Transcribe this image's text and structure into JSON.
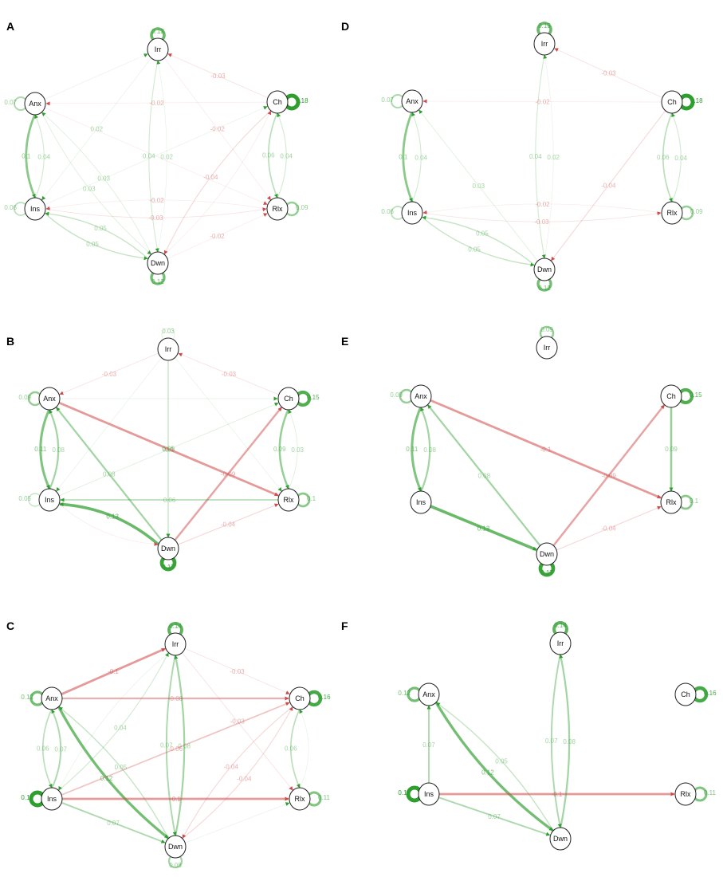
{
  "colors": {
    "positive": "#2e9e2e",
    "negative": "#d04a4a"
  },
  "nodes": [
    "Irr",
    "Anx",
    "Ch",
    "Ins",
    "Rlx",
    "Dwn"
  ],
  "panels": [
    {
      "letter": "A",
      "self_loops": [
        {
          "node": "Irr",
          "weight": 0.13,
          "label": "0.13"
        },
        {
          "node": "Anx",
          "weight": 0.07,
          "label": "0.07"
        },
        {
          "node": "Ch",
          "weight": 0.18,
          "label": "0.18"
        },
        {
          "node": "Ins",
          "weight": 0.06,
          "label": "0.06"
        },
        {
          "node": "Rlx",
          "weight": 0.09,
          "label": "0.09"
        },
        {
          "node": "Dwn",
          "weight": 0.12,
          "label": "0.12"
        }
      ],
      "edges": [
        {
          "from": "Anx",
          "to": "Ins",
          "weight": 0.1,
          "label": "0.1"
        },
        {
          "from": "Ins",
          "to": "Anx",
          "weight": 0.04,
          "label": "0.04"
        },
        {
          "from": "Ch",
          "to": "Rlx",
          "weight": 0.06,
          "label": "0.06"
        },
        {
          "from": "Rlx",
          "to": "Ch",
          "weight": 0.04,
          "label": "0.04"
        },
        {
          "from": "Irr",
          "to": "Dwn",
          "weight": 0.04,
          "label": "0.04"
        },
        {
          "from": "Dwn",
          "to": "Irr",
          "weight": 0.02,
          "label": "0.02"
        },
        {
          "from": "Ch",
          "to": "Irr",
          "weight": -0.03,
          "label": "-0.03"
        },
        {
          "from": "Ch",
          "to": "Anx",
          "weight": -0.02,
          "label": "-0.02"
        },
        {
          "from": "Ch",
          "to": "Dwn",
          "weight": -0.04,
          "label": "-0.04"
        },
        {
          "from": "Anx",
          "to": "Dwn",
          "weight": 0.03,
          "label": "0.03"
        },
        {
          "from": "Dwn",
          "to": "Anx",
          "weight": 0.03,
          "label": "0.03"
        },
        {
          "from": "Dwn",
          "to": "Ins",
          "weight": 0.05,
          "label": "0.05"
        },
        {
          "from": "Ins",
          "to": "Dwn",
          "weight": 0.05,
          "label": "0.05"
        },
        {
          "from": "Ins",
          "to": "Rlx",
          "weight": -0.03,
          "label": "-0.03"
        },
        {
          "from": "Rlx",
          "to": "Ins",
          "weight": -0.02,
          "label": "-0.02"
        },
        {
          "from": "Irr",
          "to": "Ins",
          "weight": 0.02,
          "label": "0.02"
        },
        {
          "from": "Dwn",
          "to": "Rlx",
          "weight": -0.02,
          "label": "-0.02"
        },
        {
          "from": "Irr",
          "to": "Rlx",
          "weight": -0.02,
          "label": "-0.02"
        },
        {
          "from": "Anx",
          "to": "Irr",
          "weight": 0.01,
          "label": ""
        },
        {
          "from": "Anx",
          "to": "Rlx",
          "weight": -0.02,
          "label": ""
        },
        {
          "from": "Ins",
          "to": "Ch",
          "weight": 0.02,
          "label": ""
        },
        {
          "from": "Dwn",
          "to": "Ch",
          "weight": -0.02,
          "label": ""
        }
      ]
    },
    {
      "letter": "B",
      "self_loops": [
        {
          "node": "Irr",
          "weight": 0.03,
          "label": "0.03"
        },
        {
          "node": "Anx",
          "weight": 0.09,
          "label": "0.09"
        },
        {
          "node": "Ch",
          "weight": 0.15,
          "label": "0.15"
        },
        {
          "node": "Ins",
          "weight": 0.05,
          "label": "0.05"
        },
        {
          "node": "Rlx",
          "weight": 0.1,
          "label": "0.1"
        },
        {
          "node": "Dwn",
          "weight": 0.17,
          "label": "0.17"
        }
      ],
      "edges": [
        {
          "from": "Anx",
          "to": "Ins",
          "weight": 0.11,
          "label": "0.11"
        },
        {
          "from": "Ins",
          "to": "Anx",
          "weight": 0.08,
          "label": "0.08"
        },
        {
          "from": "Ch",
          "to": "Rlx",
          "weight": 0.09,
          "label": "0.09"
        },
        {
          "from": "Rlx",
          "to": "Ch",
          "weight": 0.03,
          "label": "0.03"
        },
        {
          "from": "Dwn",
          "to": "Anx",
          "weight": 0.08,
          "label": "0.08"
        },
        {
          "from": "Anx",
          "to": "Rlx",
          "weight": -0.1,
          "label": "-0.1"
        },
        {
          "from": "Dwn",
          "to": "Ch",
          "weight": -0.09,
          "label": "-0.09"
        },
        {
          "from": "Dwn",
          "to": "Ins",
          "weight": 0.13,
          "label": "0.13"
        },
        {
          "from": "Rlx",
          "to": "Ins",
          "weight": 0.06,
          "label": "0.06"
        },
        {
          "from": "Dwn",
          "to": "Rlx",
          "weight": -0.04,
          "label": "-0.04"
        },
        {
          "from": "Irr",
          "to": "Dwn",
          "weight": 0.05,
          "label": "0.05"
        },
        {
          "from": "Irr",
          "to": "Anx",
          "weight": -0.03,
          "label": "-0.03"
        },
        {
          "from": "Ch",
          "to": "Irr",
          "weight": -0.03,
          "label": "-0.03"
        },
        {
          "from": "Ins",
          "to": "Ch",
          "weight": 0.03,
          "label": "0.03"
        },
        {
          "from": "Anx",
          "to": "Ch",
          "weight": 0.02,
          "label": ""
        },
        {
          "from": "Ins",
          "to": "Dwn",
          "weight": -0.02,
          "label": ""
        },
        {
          "from": "Irr",
          "to": "Ins",
          "weight": 0.02,
          "label": ""
        },
        {
          "from": "Irr",
          "to": "Rlx",
          "weight": 0.02,
          "label": ""
        }
      ]
    },
    {
      "letter": "C",
      "self_loops": [
        {
          "node": "Irr",
          "weight": 0.14,
          "label": "0.14"
        },
        {
          "node": "Anx",
          "weight": 0.12,
          "label": "0.12"
        },
        {
          "node": "Ch",
          "weight": 0.16,
          "label": "0.16"
        },
        {
          "node": "Ins",
          "weight": 0.18,
          "label": "0.18"
        },
        {
          "node": "Rlx",
          "weight": 0.11,
          "label": "0.11"
        },
        {
          "node": "Dwn",
          "weight": 0.08,
          "label": "0.08"
        }
      ],
      "edges": [
        {
          "from": "Anx",
          "to": "Irr",
          "weight": -0.1,
          "label": "-0.1"
        },
        {
          "from": "Ins",
          "to": "Irr",
          "weight": 0.04,
          "label": "0.04"
        },
        {
          "from": "Anx",
          "to": "Ch",
          "weight": -0.08,
          "label": "-0.08"
        },
        {
          "from": "Anx",
          "to": "Ins",
          "weight": 0.06,
          "label": "0.06"
        },
        {
          "from": "Ins",
          "to": "Anx",
          "weight": 0.07,
          "label": "0.07"
        },
        {
          "from": "Anx",
          "to": "Dwn",
          "weight": 0.12,
          "label": "0.12"
        },
        {
          "from": "Dwn",
          "to": "Anx",
          "weight": 0.05,
          "label": "0.05"
        },
        {
          "from": "Irr",
          "to": "Dwn",
          "weight": 0.07,
          "label": "0.07"
        },
        {
          "from": "Dwn",
          "to": "Irr",
          "weight": 0.08,
          "label": "0.08"
        },
        {
          "from": "Ins",
          "to": "Rlx",
          "weight": -0.1,
          "label": "-0.1"
        },
        {
          "from": "Ins",
          "to": "Ch",
          "weight": -0.06,
          "label": "-0.06"
        },
        {
          "from": "Ins",
          "to": "Dwn",
          "weight": 0.07,
          "label": "0.07"
        },
        {
          "from": "Ch",
          "to": "Rlx",
          "weight": 0.06,
          "label": "0.06"
        },
        {
          "from": "Rlx",
          "to": "Ch",
          "weight": 0.02,
          "label": ""
        },
        {
          "from": "Irr",
          "to": "Ch",
          "weight": -0.03,
          "label": "-0.03"
        },
        {
          "from": "Irr",
          "to": "Rlx",
          "weight": -0.03,
          "label": "-0.03"
        },
        {
          "from": "Dwn",
          "to": "Ch",
          "weight": -0.04,
          "label": "-0.04"
        },
        {
          "from": "Ch",
          "to": "Dwn",
          "weight": -0.04,
          "label": "-0.04"
        },
        {
          "from": "Dwn",
          "to": "Rlx",
          "weight": 0.02,
          "label": ""
        },
        {
          "from": "Irr",
          "to": "Ins",
          "weight": 0.02,
          "label": ""
        }
      ]
    },
    {
      "letter": "D",
      "hidden_nodes": [],
      "self_loops": [
        {
          "node": "Irr",
          "weight": 0.13,
          "label": "0.13"
        },
        {
          "node": "Anx",
          "weight": 0.07,
          "label": "0.07"
        },
        {
          "node": "Ch",
          "weight": 0.18,
          "label": "0.18"
        },
        {
          "node": "Ins",
          "weight": 0.06,
          "label": "0.06"
        },
        {
          "node": "Rlx",
          "weight": 0.09,
          "label": "0.09"
        },
        {
          "node": "Dwn",
          "weight": 0.12,
          "label": "0.12"
        }
      ],
      "edges": [
        {
          "from": "Anx",
          "to": "Ins",
          "weight": 0.1,
          "label": "0.1"
        },
        {
          "from": "Ins",
          "to": "Anx",
          "weight": 0.04,
          "label": "0.04"
        },
        {
          "from": "Ch",
          "to": "Rlx",
          "weight": 0.06,
          "label": "0.06"
        },
        {
          "from": "Rlx",
          "to": "Ch",
          "weight": 0.04,
          "label": "0.04"
        },
        {
          "from": "Irr",
          "to": "Dwn",
          "weight": 0.04,
          "label": "0.04"
        },
        {
          "from": "Dwn",
          "to": "Irr",
          "weight": 0.02,
          "label": "0.02"
        },
        {
          "from": "Ch",
          "to": "Irr",
          "weight": -0.03,
          "label": "-0.03"
        },
        {
          "from": "Ch",
          "to": "Anx",
          "weight": -0.02,
          "label": "-0.02"
        },
        {
          "from": "Ch",
          "to": "Dwn",
          "weight": -0.04,
          "label": "-0.04"
        },
        {
          "from": "Dwn",
          "to": "Anx",
          "weight": 0.03,
          "label": "0.03"
        },
        {
          "from": "Dwn",
          "to": "Ins",
          "weight": 0.05,
          "label": "0.05"
        },
        {
          "from": "Ins",
          "to": "Dwn",
          "weight": 0.05,
          "label": "0.05"
        },
        {
          "from": "Rlx",
          "to": "Ins",
          "weight": -0.02,
          "label": "-0.02"
        },
        {
          "from": "Ins",
          "to": "Rlx",
          "weight": -0.03,
          "label": "-0.03"
        }
      ]
    },
    {
      "letter": "E",
      "self_loops": [
        {
          "node": "Irr",
          "weight": 0.09,
          "label": "0.09"
        },
        {
          "node": "Anx",
          "weight": 0.09,
          "label": "0.09"
        },
        {
          "node": "Ch",
          "weight": 0.15,
          "label": "0.15"
        },
        {
          "node": "Rlx",
          "weight": 0.1,
          "label": "0.1"
        },
        {
          "node": "Dwn",
          "weight": 0.17,
          "label": "0.17"
        }
      ],
      "edges": [
        {
          "from": "Anx",
          "to": "Ins",
          "weight": 0.11,
          "label": "0.11"
        },
        {
          "from": "Ins",
          "to": "Anx",
          "weight": 0.08,
          "label": "0.08"
        },
        {
          "from": "Dwn",
          "to": "Anx",
          "weight": 0.08,
          "label": "0.08"
        },
        {
          "from": "Anx",
          "to": "Rlx",
          "weight": -0.1,
          "label": "-0.1"
        },
        {
          "from": "Dwn",
          "to": "Ch",
          "weight": -0.09,
          "label": "-0.09"
        },
        {
          "from": "Ch",
          "to": "Rlx",
          "weight": 0.09,
          "label": "0.09"
        },
        {
          "from": "Ins",
          "to": "Dwn",
          "weight": 0.13,
          "label": "0.13"
        },
        {
          "from": "Dwn",
          "to": "Rlx",
          "weight": -0.04,
          "label": "-0.04"
        }
      ]
    },
    {
      "letter": "F",
      "self_loops": [
        {
          "node": "Irr",
          "weight": 0.14,
          "label": "0.14"
        },
        {
          "node": "Anx",
          "weight": 0.12,
          "label": "0.12"
        },
        {
          "node": "Ch",
          "weight": 0.16,
          "label": "0.16"
        },
        {
          "node": "Ins",
          "weight": 0.18,
          "label": "0.18"
        },
        {
          "node": "Rlx",
          "weight": 0.11,
          "label": "0.11"
        }
      ],
      "edges": [
        {
          "from": "Ins",
          "to": "Anx",
          "weight": 0.07,
          "label": "0.07"
        },
        {
          "from": "Anx",
          "to": "Dwn",
          "weight": 0.12,
          "label": "0.12"
        },
        {
          "from": "Dwn",
          "to": "Anx",
          "weight": 0.05,
          "label": "0.05"
        },
        {
          "from": "Ins",
          "to": "Rlx",
          "weight": -0.1,
          "label": "-0.1"
        },
        {
          "from": "Ins",
          "to": "Dwn",
          "weight": 0.07,
          "label": "0.07"
        },
        {
          "from": "Irr",
          "to": "Dwn",
          "weight": 0.07,
          "label": "0.07"
        },
        {
          "from": "Dwn",
          "to": "Irr",
          "weight": 0.08,
          "label": "0.08"
        }
      ]
    }
  ]
}
